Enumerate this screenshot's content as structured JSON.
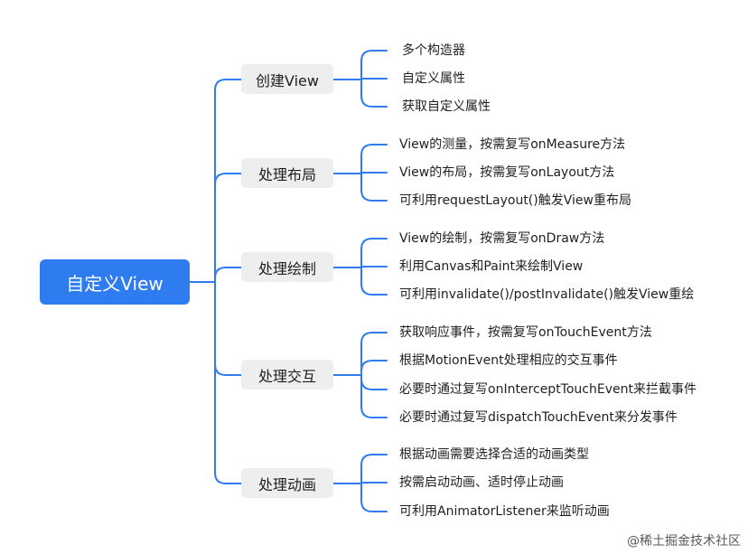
{
  "root": {
    "label": "自定义View"
  },
  "branches": [
    {
      "label": "创建View",
      "items": [
        "多个构造器",
        "自定义属性",
        "获取自定义属性"
      ]
    },
    {
      "label": "处理布局",
      "items": [
        "View的测量，按需复写onMeasure方法",
        "View的布局，按需复写onLayout方法",
        "可利用requestLayout()触发View重布局"
      ]
    },
    {
      "label": "处理绘制",
      "items": [
        "View的绘制，按需复写onDraw方法",
        "利用Canvas和Paint来绘制View",
        "可利用invalidate()/postInvalidate()触发View重绘"
      ]
    },
    {
      "label": "处理交互",
      "items": [
        "获取响应事件，按需复写onTouchEvent方法",
        "根据MotionEvent处理相应的交互事件",
        "必要时通过复写onInterceptTouchEvent来拦截事件",
        "必要时通过复写dispatchTouchEvent来分发事件"
      ]
    },
    {
      "label": "处理动画",
      "items": [
        "根据动画需要选择合适的动画类型",
        "按需启动动画、适时停止动画",
        "可利用AnimatorListener来监听动画"
      ]
    }
  ],
  "watermark": "@稀土掘金技术社区",
  "colors": {
    "accent": "#2f7bf0",
    "branch_bg": "#eeeeee",
    "line": "#2f7bf0"
  }
}
